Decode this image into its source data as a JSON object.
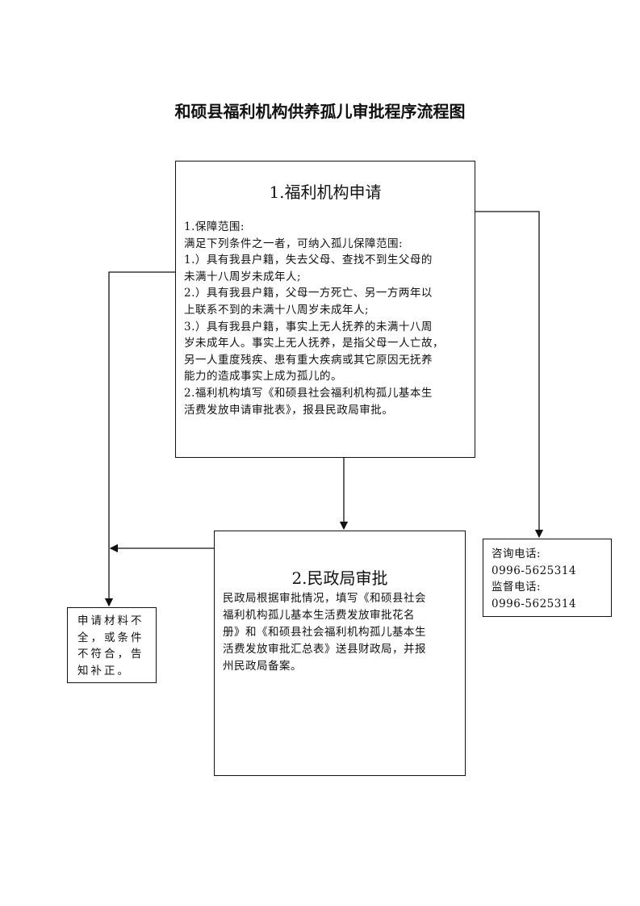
{
  "title": "和硕县福利机构供养孤儿审批程序流程图",
  "step1": {
    "heading": "1.福利机构申请",
    "lines": [
      "1.保障范围:",
      "满足下列条件之一者，可纳入孤儿保障范围:",
      "1.）具有我县户籍，失去父母、查找不到生父母的",
      "未满十八周岁未成年人;",
      "2.）具有我县户籍，父母一方死亡、另一方两年以",
      "上联系不到的未满十八周岁未成年人;",
      "3.）具有我县户籍，事实上无人抚养的未满十八周",
      "岁未成年人。事实上无人抚养，是指父母一人亡故，",
      "另一人重度残疾、患有重大疾病或其它原因无抚养",
      "能力的造成事实上成为孤儿的。",
      "2.福利机构填写《和硕县社会福利机构孤儿基本生",
      "活费发放申请审批表》，报县民政局审批。"
    ]
  },
  "step2": {
    "heading": "2.民政局审批",
    "lines": [
      "民政局根据审批情况，填写《和硕县社会",
      "福利机构孤儿基本生活费发放审批花名",
      "册》和《和硕县社会福利机构孤儿基本生",
      "活费发放审批汇总表》送县财政局，并报",
      "州民政局备案。"
    ]
  },
  "reject": {
    "lines": [
      "申请材料不",
      "全，或条件",
      "不符合，告",
      "知补正。"
    ]
  },
  "contact": {
    "lines": [
      "咨询电话:",
      "0996-5625314",
      "监督电话:",
      "0996-5625314"
    ]
  }
}
